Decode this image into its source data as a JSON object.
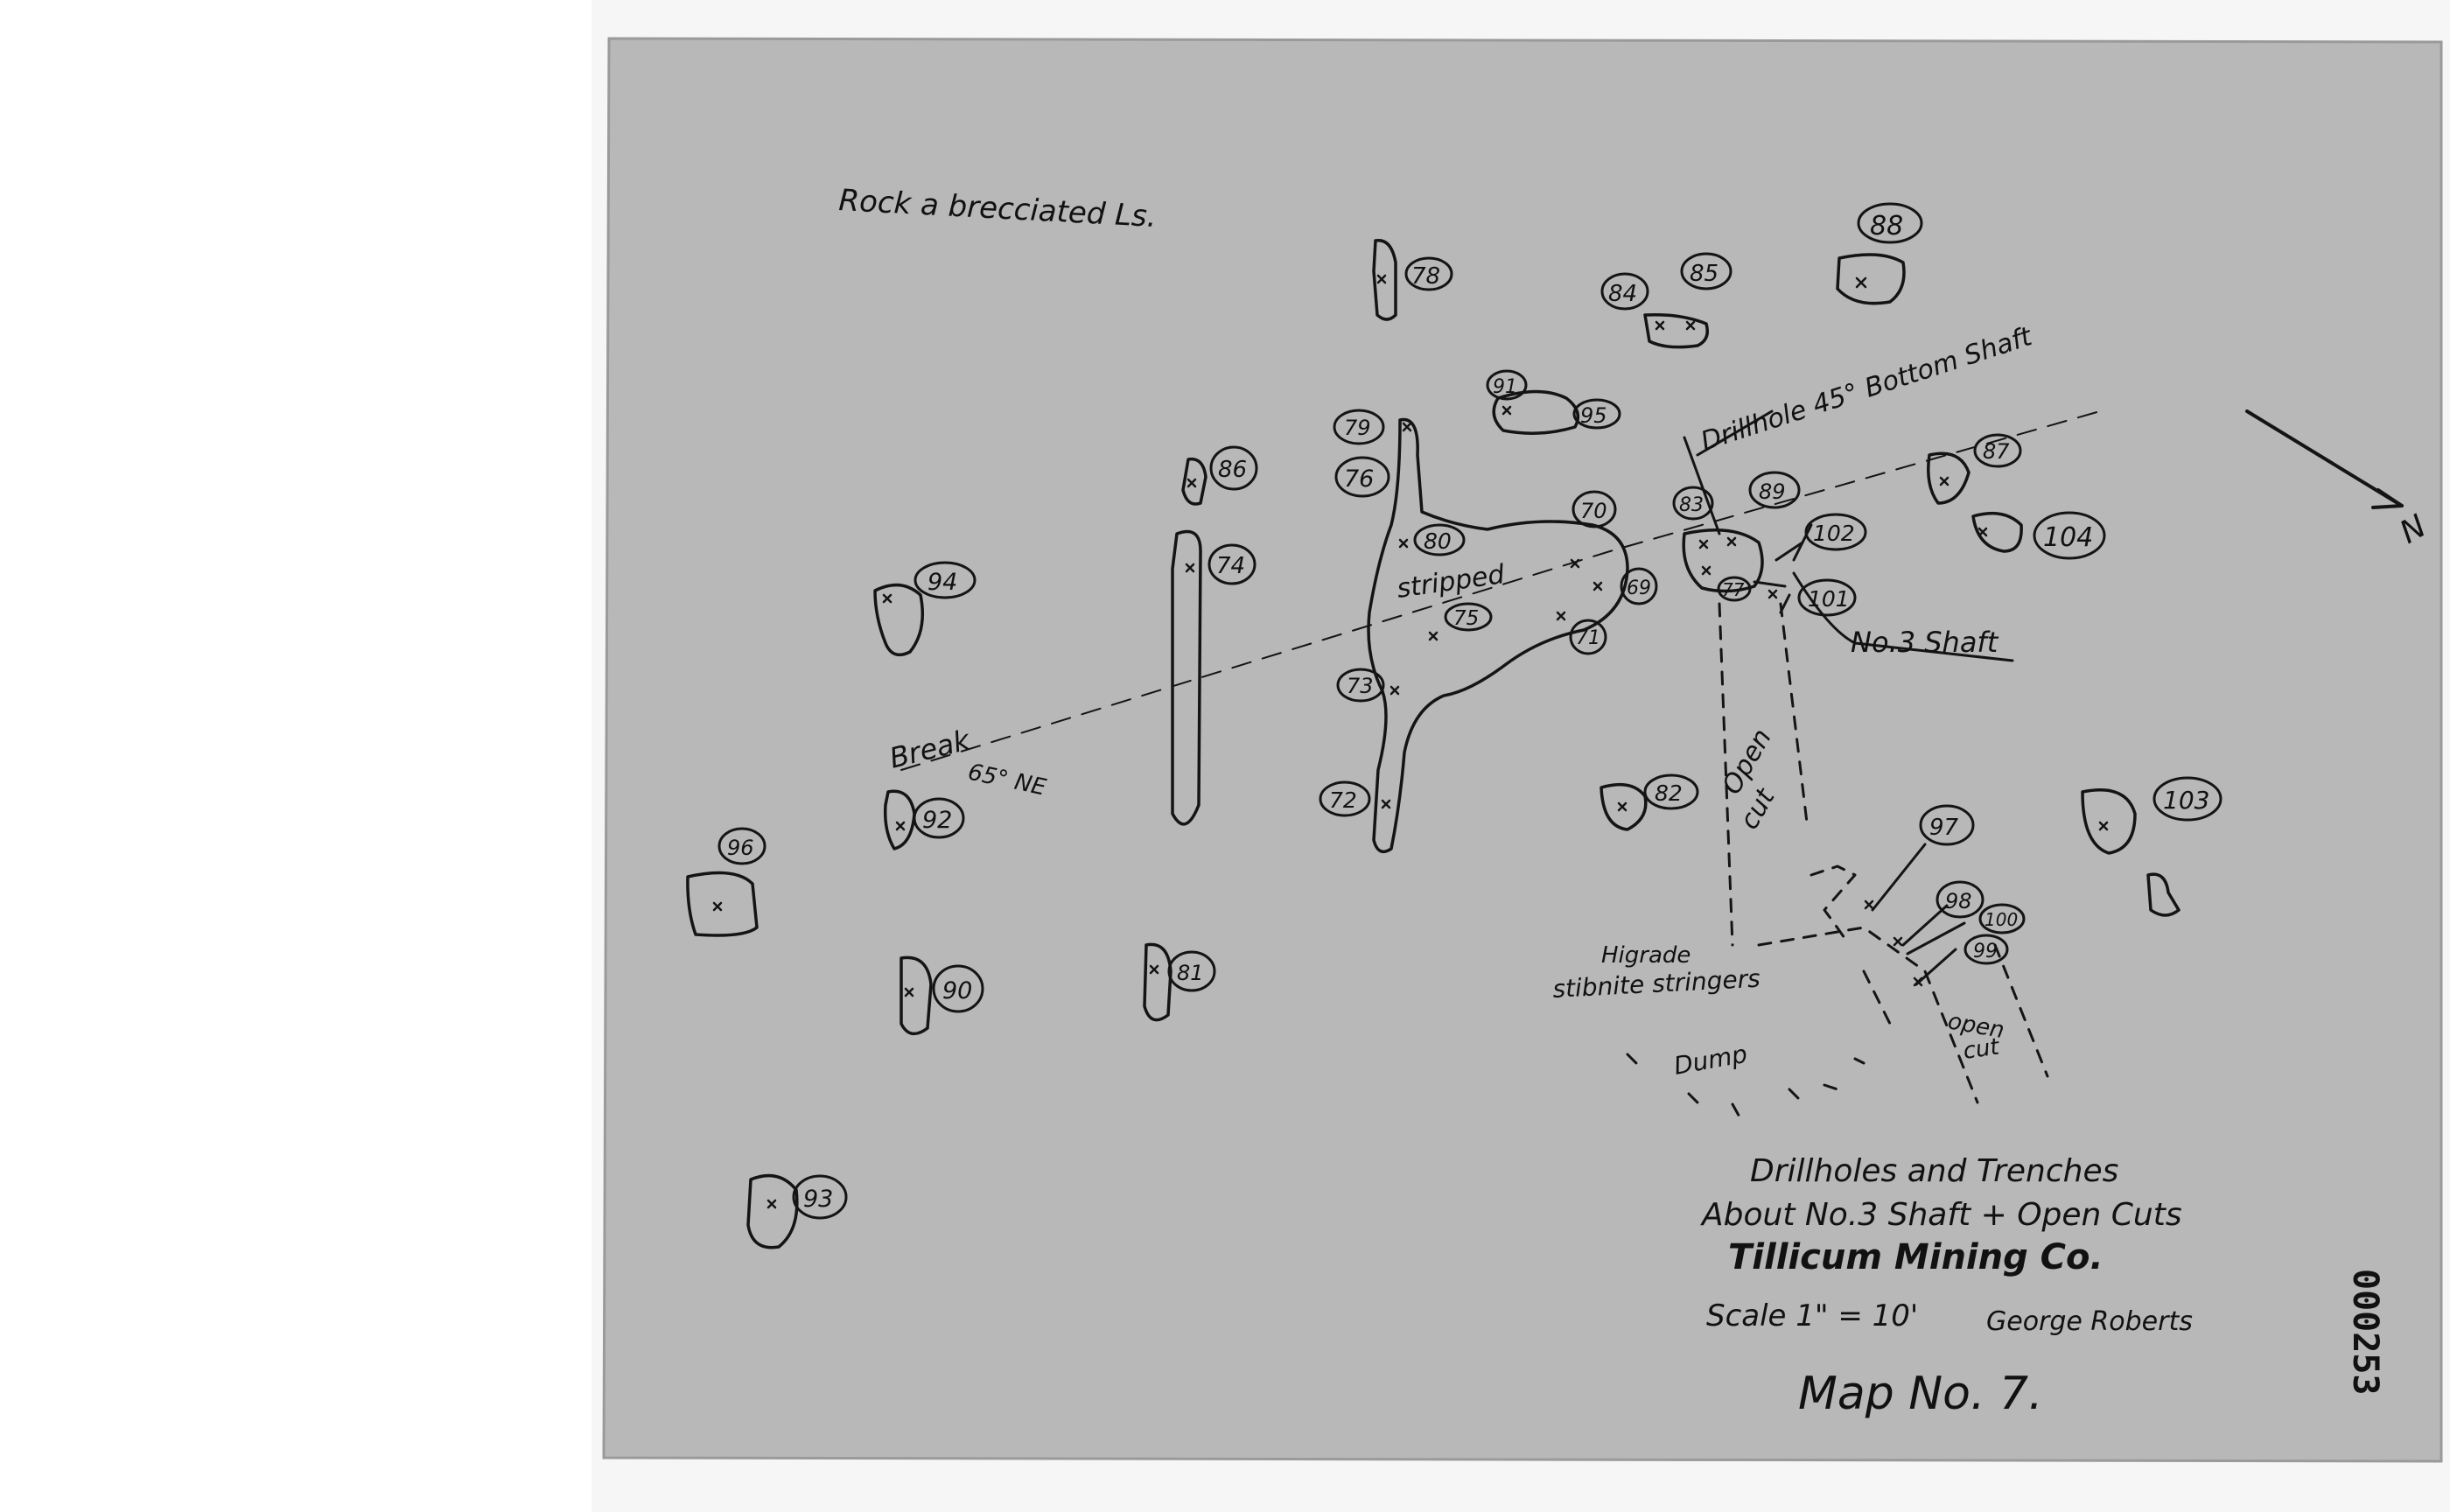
{
  "map": {
    "sheet_note": "Rock a brecciated Ls.",
    "title_lines": [
      "Drillholes and Trenches",
      "About No.3 Shaft + Open Cuts",
      "Tillicum Mining Co."
    ],
    "scale": "Scale 1\" = 10'",
    "author_signature": "George Roberts",
    "map_number": "Map No. 7.",
    "catalog_number": "000253",
    "north_label": "N",
    "features": {
      "drillhole": "Drillhole 45° Bottom Shaft",
      "stripped": "stripped",
      "break": "Break",
      "dip": "65° NE",
      "open_cut_1a": "Open",
      "open_cut_1b": "cut",
      "open_cut_2a": "open",
      "open_cut_2b": "cut",
      "shaft": "No.3 Shaft",
      "higrade_1": "Higrade",
      "higrade_2": "stibnite stringers",
      "dump": "Dump"
    },
    "holes": [
      "78",
      "84",
      "85",
      "88",
      "91",
      "95",
      "79",
      "76",
      "86",
      "87",
      "80",
      "70",
      "83",
      "89",
      "102",
      "104",
      "94",
      "74",
      "69",
      "73",
      "101",
      "71",
      "72",
      "82",
      "103",
      "96",
      "92",
      "97",
      "98",
      "100",
      "99",
      "90",
      "81",
      "93",
      "75",
      "77"
    ]
  }
}
